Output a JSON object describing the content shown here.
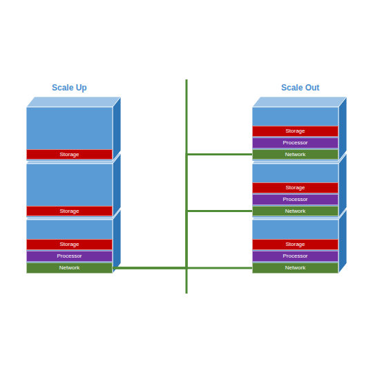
{
  "diagram": {
    "nodes": [
      {
        "text": [
          "Storage"
        ]
      },
      {
        "text": [
          "Storage"
        ]
      },
      {
        "text": [
          "Storage"
        ]
      },
      {
        "text": [
          "Processor"
        ]
      },
      {
        "text": [
          "Network"
        ]
      },
      {
        "text": [
          "Storage"
        ]
      },
      {
        "text": [
          "Processor"
        ]
      },
      {
        "text": [
          "Network"
        ]
      },
      {
        "text": [
          "Storage"
        ]
      },
      {
        "text": [
          "Processor"
        ]
      },
      {
        "text": [
          "Network"
        ]
      },
      {
        "text": [
          "Storage"
        ]
      },
      {
        "text": [
          "Processor"
        ]
      },
      {
        "text": [
          "Network"
        ]
      }
    ],
    "edges": [
      {
        "from": 4,
        "to": 7,
        "arrow": "none"
      },
      {
        "from": 4,
        "to": 10,
        "arrow": "none"
      },
      {
        "from": 4,
        "to": 13,
        "arrow": "none"
      }
    ],
    "labels": [
      "Scale Up",
      "Scale Out"
    ]
  }
}
